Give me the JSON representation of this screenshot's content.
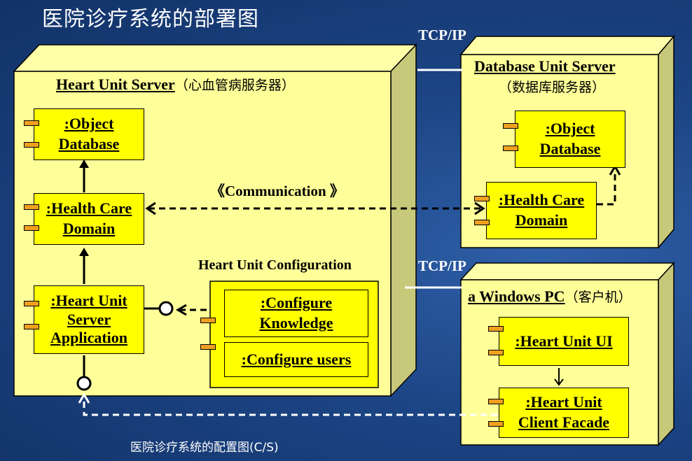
{
  "title": "医院诊疗系统的部署图",
  "caption": "医院诊疗系统的配置图(C/S)",
  "links": {
    "tcp_top": "TCP/IP",
    "tcp_bottom": "TCP/IP"
  },
  "heart_server": {
    "name": "Heart Unit  Server",
    "name_cn": "（心血管病服务器）",
    "object_db": {
      "line1": ":Object",
      "line2": "Database"
    },
    "health_domain": {
      "line1": ":Health Care",
      "line2": "Domain"
    },
    "app": {
      "line1": ":Heart Unit",
      "line2": "Server",
      "line3": "Application"
    },
    "config_title": "Heart Unit  Configuration",
    "configure_knowledge": {
      "line1": ":Configure",
      "line2": "Knowledge"
    },
    "configure_users": ":Configure users"
  },
  "communication": "《Communication 》",
  "db_server": {
    "name": "Database Unit Server",
    "name_cn": "（数据库服务器）",
    "object_db": {
      "line1": ":Object",
      "line2": "Database"
    },
    "health_domain": {
      "line1": ":Health Care",
      "line2": "Domain"
    }
  },
  "windows_pc": {
    "name": "a  Windows PC",
    "name_cn": "（客户机）",
    "ui": ":Heart Unit UI",
    "facade": {
      "line1": ":Heart Unit",
      "line2": "Client Facade"
    }
  },
  "colors": {
    "node": "#ffff99",
    "component": "#ffff00",
    "port": "#f0a020",
    "background": "#1c4585"
  }
}
